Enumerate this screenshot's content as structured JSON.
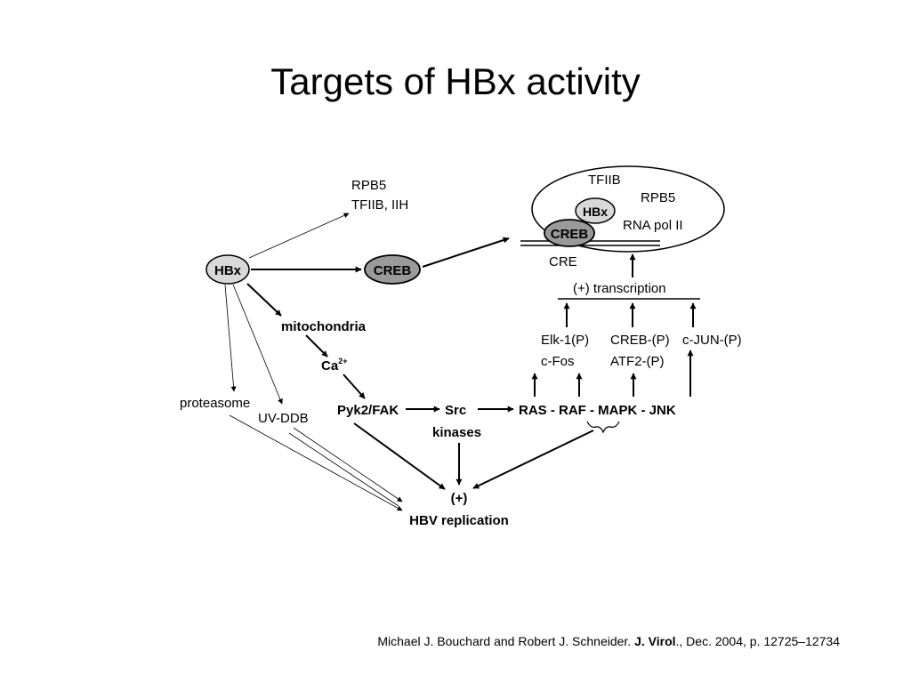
{
  "slide": {
    "title": "Targets of HBx activity"
  },
  "diagram": {
    "nodes": {
      "hbx": "HBx",
      "creb": "CREB",
      "rpb5": "RPB5",
      "tfiib_iih": "TFIIB, IIH",
      "mitochondria": "mitochondria",
      "ca": "Ca",
      "ca_sup": "2+",
      "pyk2_fak": "Pyk2/FAK",
      "src": "Src",
      "kinases": "kinases",
      "proteasome": "proteasome",
      "uv_ddb": "UV-DDB",
      "ras_chain": "RAS - RAF - MAPK - JNK",
      "hbv_plus": "(+)",
      "hbv_replication": "HBV replication"
    },
    "nucleus": {
      "tfiib": "TFIIB",
      "rpb5": "RPB5",
      "hbx": "HBx",
      "rna_pol": "RNA pol II",
      "creb": "CREB",
      "cre": "CRE"
    },
    "transcription": "(+) transcription",
    "factors": {
      "elk1": "Elk-1(P)",
      "cfos": "c-Fos",
      "creb_p": "CREB-(P)",
      "atf2": "ATF2-(P)",
      "cjun": "c-JUN-(P)"
    }
  },
  "citation": {
    "authors": "Michael J. Bouchard and Robert J. Schneider. ",
    "journal": "J. Virol",
    "details": "., Dec. 2004, p. 12725–12734"
  }
}
